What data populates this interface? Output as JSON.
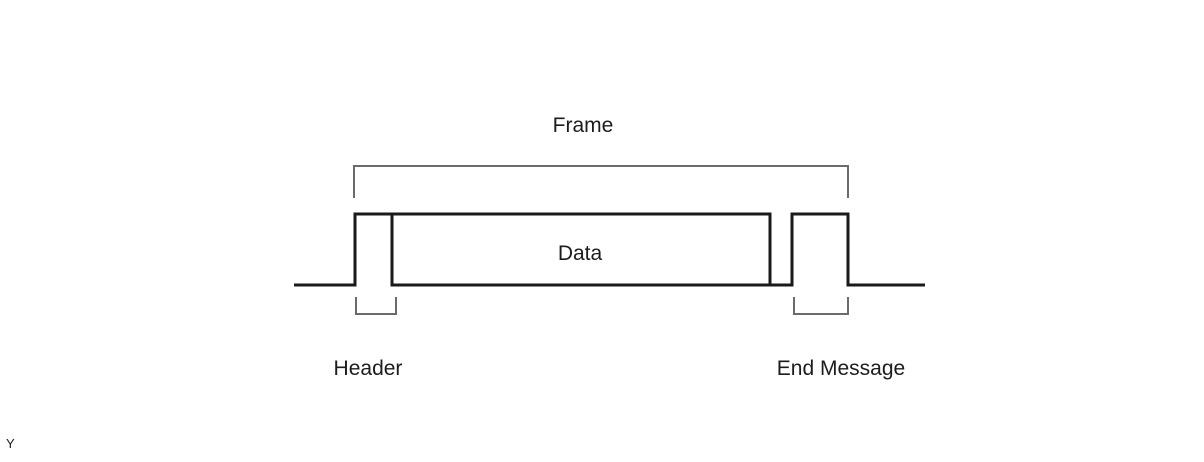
{
  "diagram": {
    "type": "signal-frame-timing-diagram",
    "title_label": "Frame",
    "labels": {
      "frame": "Frame",
      "data": "Data",
      "header": "Header",
      "end_message": "End Message"
    },
    "corner_label": "Y",
    "structure": {
      "description": "Waveform: low baseline, Header pulse high, Data box high, gap low, End Message pulse high, low baseline. Frame bracket spans Header through End Message. Under-brackets mark Header and End Message pulse widths.",
      "segments_order": [
        "Header",
        "Data",
        "End Message"
      ],
      "frame_spans": [
        "Header",
        "Data",
        "End Message"
      ]
    },
    "colors": {
      "signal": "#1a1a1a",
      "bracket": "#6b6b6b",
      "text": "#1c1c1c",
      "background": "#ffffff"
    }
  }
}
